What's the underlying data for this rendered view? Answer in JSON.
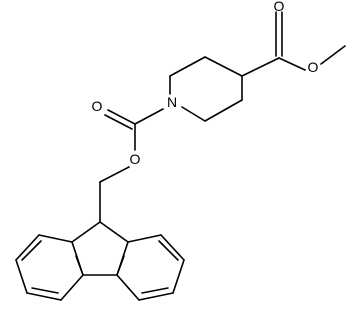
{
  "molecule": {
    "atoms": [
      {
        "id": "O_ketone_ester",
        "label": "O"
      },
      {
        "id": "O_ether_ester",
        "label": "O"
      },
      {
        "id": "N_ring",
        "label": "N"
      },
      {
        "id": "O_carbamate_carbonyl",
        "label": "O"
      },
      {
        "id": "O_carbamate_ether",
        "label": "O"
      }
    ]
  },
  "colors": {
    "bond": "#000000",
    "label": "#000000",
    "background": "#ffffff"
  }
}
